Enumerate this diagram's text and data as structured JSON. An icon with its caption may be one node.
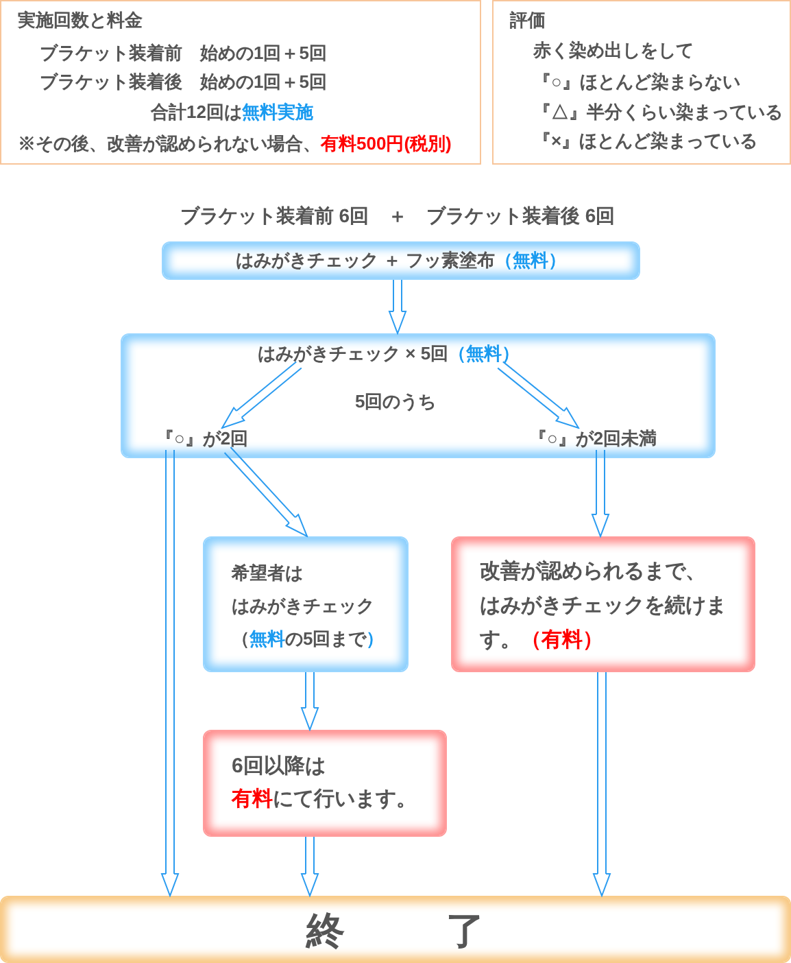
{
  "diagram": {
    "nodes": [
      {
        "text": [
          "実施回数と料金",
          "ブラケット装着前　始めの1回＋5回",
          "ブラケット装着後　始めの1回＋5回",
          "合計12回は**無料実施**",
          "※その後、改善が認められない場合、**有料500円(税別)**"
        ]
      },
      {
        "text": [
          "評価",
          "赤く染め出しをして",
          "『○』ほとんど染まらない",
          "『△』半分くらい染まっている",
          "『×』ほとんど染まっている"
        ]
      },
      {
        "text": [
          "はみがきチェック ＋ フッ素塗布**（無料）**"
        ]
      },
      {
        "text": [
          "5回のうち"
        ]
      },
      {
        "text": [
          "はみがきチェック × 5回**（無料）**"
        ],
        "in": 3
      },
      {
        "text": [
          "『○』が2回"
        ],
        "in": 3
      },
      {
        "text": [
          "『○』が2回未満"
        ],
        "in": 3
      },
      {
        "text": [
          "希望者ははみがきチェック（**無料**の5回まで**）**"
        ]
      },
      {
        "text": [
          "改善が認められるまで、はみがきチェックを続けます。**（有料）**"
        ]
      },
      {
        "text": [
          "6回以降は**有料**にて行います。"
        ]
      },
      {
        "text": [
          "終　　了"
        ]
      }
    ],
    "edges": [
      {
        "from": 2,
        "to": 3,
        "arrow": "to"
      },
      {
        "from": 4,
        "to": 5,
        "arrow": "to"
      },
      {
        "from": 4,
        "to": 6,
        "arrow": "to"
      },
      {
        "from": 5,
        "to": 10,
        "arrow": "to"
      },
      {
        "from": 5,
        "to": 7,
        "arrow": "to"
      },
      {
        "from": 6,
        "to": 8,
        "arrow": "to"
      },
      {
        "from": 7,
        "to": 9,
        "arrow": "to"
      },
      {
        "from": 9,
        "to": 10,
        "arrow": "to"
      },
      {
        "from": 8,
        "to": 10,
        "arrow": "to"
      }
    ],
    "labels": [
      "ブラケット装着前 6回　＋　ブラケット装着後 6回"
    ]
  }
}
